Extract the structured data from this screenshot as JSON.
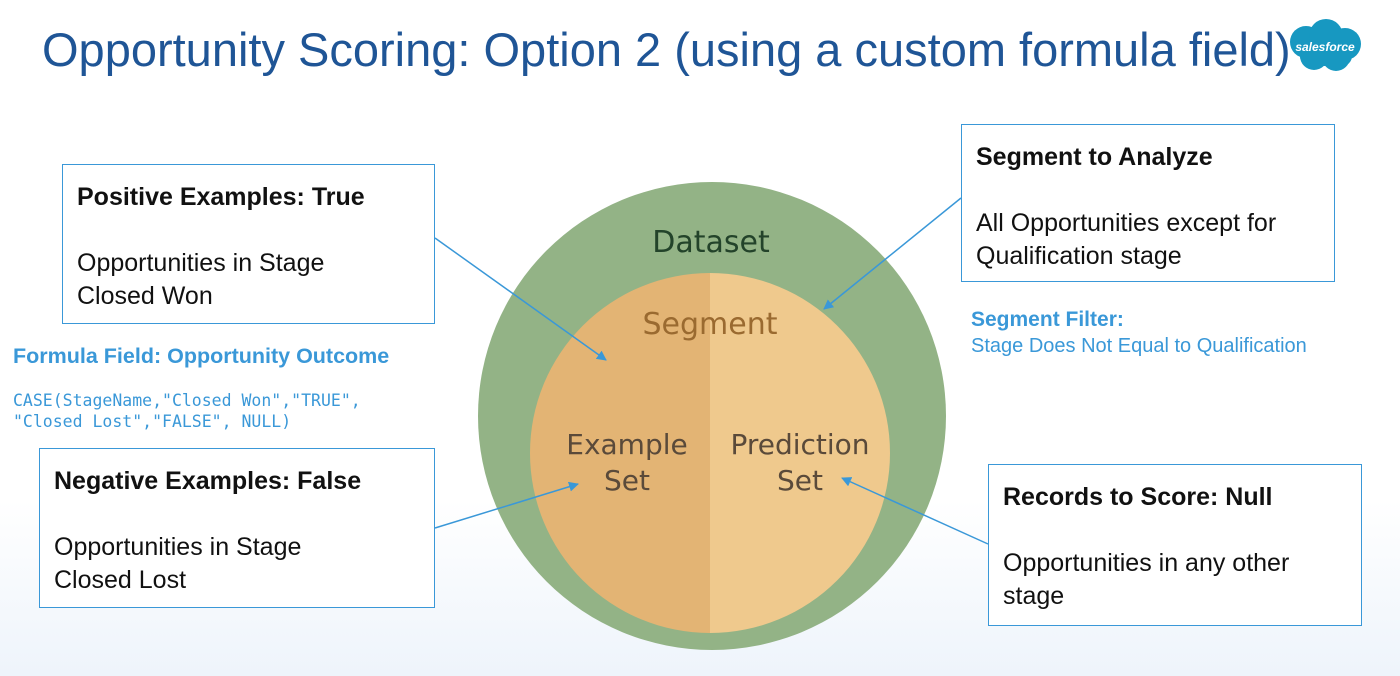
{
  "title": "Opportunity Scoring: Option 2 (using a custom formula field)",
  "logo": {
    "text": "salesforce",
    "icon": "salesforce-cloud-logo",
    "color": "#1798c1"
  },
  "positive_box": {
    "heading": "Positive Examples: True",
    "body_line1": "Opportunities in Stage",
    "body_line2": "Closed Won"
  },
  "negative_box": {
    "heading": "Negative Examples: False",
    "body_line1": "Opportunities in Stage",
    "body_line2": "Closed Lost"
  },
  "segment_box": {
    "heading": "Segment to Analyze",
    "body_line1": "All Opportunities except for",
    "body_line2": "Qualification stage"
  },
  "records_box": {
    "heading": "Records to Score: Null",
    "body_line1": "Opportunities in any other",
    "body_line2": "stage"
  },
  "formula": {
    "heading": "Formula Field: Opportunity Outcome",
    "code_line1": "CASE(StageName,\"Closed Won\",\"TRUE\",",
    "code_line2": "\"Closed Lost\",\"FALSE\", NULL)"
  },
  "segment_filter": {
    "heading": "Segment Filter:",
    "text": "Stage Does Not Equal to Qualification"
  },
  "circle": {
    "dataset_label": "Dataset",
    "segment_label": "Segment",
    "example_line1": "Example",
    "example_line2": "Set",
    "prediction_line1": "Prediction",
    "prediction_line2": "Set"
  },
  "colors": {
    "title": "#1f5596",
    "accent_blue": "#3a98d8",
    "dataset_green": "#93b386",
    "example_orange": "#e3b474",
    "prediction_orange": "#efc98d",
    "segment_text": "#9a6a30"
  }
}
